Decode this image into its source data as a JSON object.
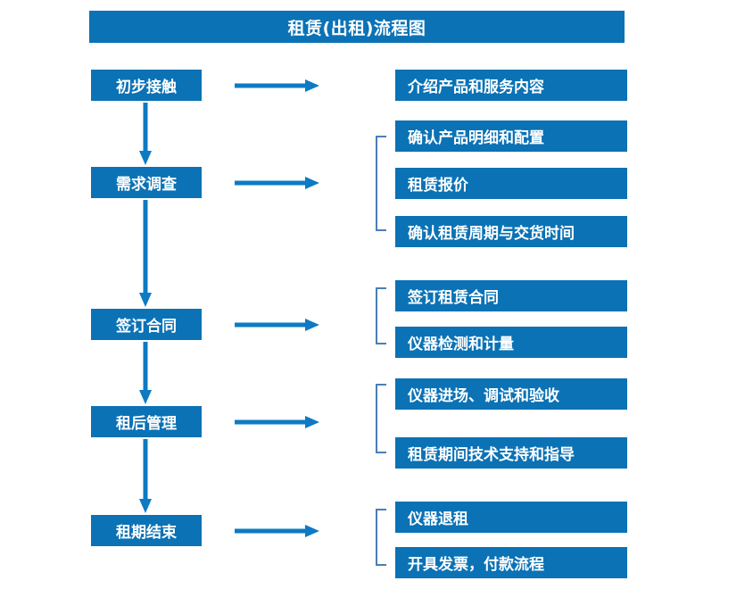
{
  "title": "租赁(出租)流程图",
  "colors": {
    "box_fill": "#0b72b5",
    "box_text": "#ffffff",
    "arrow": "#0d7ac4",
    "bracket": "#4a7fb5",
    "background": "#ffffff"
  },
  "stages": [
    {
      "label": "初步接触"
    },
    {
      "label": "需求调查"
    },
    {
      "label": "签订合同"
    },
    {
      "label": "租后管理"
    },
    {
      "label": "租期结束"
    }
  ],
  "details": {
    "group1": [
      {
        "label": "介绍产品和服务内容"
      }
    ],
    "group2": [
      {
        "label": "确认产品明细和配置"
      },
      {
        "label": "租赁报价"
      },
      {
        "label": "确认租赁周期与交货时间"
      }
    ],
    "group3": [
      {
        "label": "签订租赁合同"
      },
      {
        "label": "仪器检测和计量"
      }
    ],
    "group4": [
      {
        "label": "仪器进场、调试和验收"
      },
      {
        "label": "租赁期间技术支持和指导"
      }
    ],
    "group5": [
      {
        "label": "仪器退租"
      },
      {
        "label": "开具发票，付款流程"
      }
    ]
  },
  "connectors": {
    "horizontal_arrow_icon": "arrow-right-icon",
    "vertical_arrow_icon": "arrow-down-icon",
    "bracket_icon": "left-brace-icon"
  }
}
